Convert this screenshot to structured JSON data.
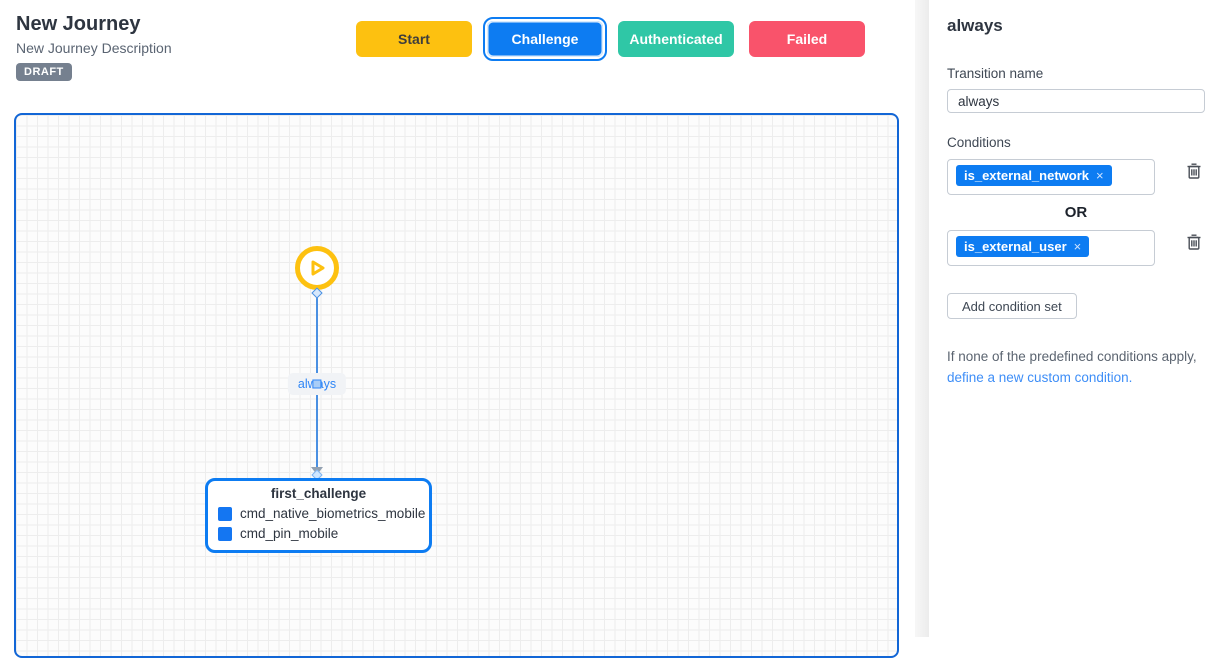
{
  "header": {
    "title": "New Journey",
    "subtitle": "New Journey Description",
    "status_badge": "DRAFT"
  },
  "toolbar": {
    "buttons": [
      {
        "label": "Start",
        "color": "#fdc110",
        "selected": false
      },
      {
        "label": "Challenge",
        "color": "#0d7cf2",
        "selected": true
      },
      {
        "label": "Authenticated",
        "color": "#2fc7a6",
        "selected": false
      },
      {
        "label": "Failed",
        "color": "#f9536b",
        "selected": false
      }
    ]
  },
  "canvas": {
    "start_node": {
      "icon": "play-icon",
      "color": "#fdc110"
    },
    "edge": {
      "label": "always",
      "color": "#4a90e2"
    },
    "challenge_node": {
      "title": "first_challenge",
      "border_color": "#0d7cf2",
      "items": [
        {
          "icon": "command-icon",
          "label": "cmd_native_biometrics_mobile"
        },
        {
          "icon": "command-icon",
          "label": "cmd_pin_mobile"
        }
      ]
    }
  },
  "panel": {
    "title": "always",
    "transition_name_label": "Transition name",
    "transition_name_value": "always",
    "conditions_label": "Conditions",
    "condition_sets": [
      {
        "chip": "is_external_network"
      },
      {
        "chip": "is_external_user"
      }
    ],
    "separator": "OR",
    "remove_glyph": "×",
    "add_condition_button": "Add condition set",
    "footer_text": "If none of the predefined conditions apply, ",
    "footer_link": "define a new custom condition.",
    "chip_color": "#0d7cf2",
    "link_color": "#3e8ef7"
  }
}
